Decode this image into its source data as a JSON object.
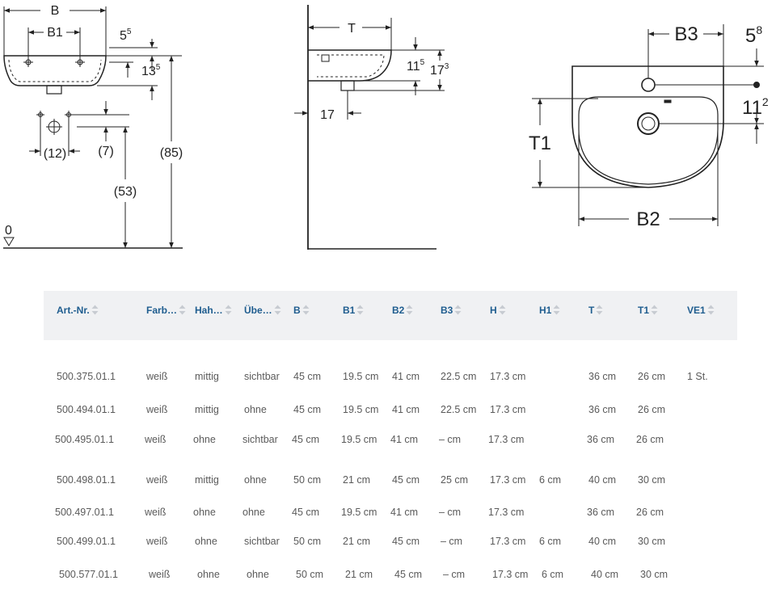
{
  "drawings": {
    "front": {
      "B": "B",
      "B1": "B1",
      "d55": "5",
      "d55_sup": "5",
      "d135": "13",
      "d135_sup": "5",
      "d12": "(12)",
      "d7": "(7)",
      "d53": "(53)",
      "d85": "(85)",
      "zero": "0"
    },
    "side": {
      "T": "T",
      "d115": "11",
      "d115_sup": "5",
      "d173": "17",
      "d173_sup": "3",
      "d17": "17"
    },
    "top": {
      "B3": "B3",
      "d58": "5",
      "d58_sup": "8",
      "T1": "T1",
      "d112": "11",
      "d112_sup": "2",
      "B2": "B2"
    }
  },
  "table": {
    "columns": [
      "Art.-Nr.",
      "Farb…",
      "Hah…",
      "Übe…",
      "B",
      "B1",
      "B2",
      "B3",
      "H",
      "H1",
      "T",
      "T1",
      "VE1"
    ],
    "rows": [
      [
        "500.375.01.1",
        "weiß",
        "mittig",
        "sichtbar",
        "45 cm",
        "19.5 cm",
        "41 cm",
        "22.5 cm",
        "17.3 cm",
        "",
        "36 cm",
        "26 cm",
        "1 St."
      ],
      [
        "500.494.01.1",
        "weiß",
        "mittig",
        "ohne",
        "45 cm",
        "19.5 cm",
        "41 cm",
        "22.5 cm",
        "17.3 cm",
        "",
        "36 cm",
        "26 cm",
        ""
      ],
      [
        "500.495.01.1",
        "weiß",
        "ohne",
        "sichtbar",
        "45 cm",
        "19.5 cm",
        "41 cm",
        "– cm",
        "17.3 cm",
        "",
        "36 cm",
        "26 cm",
        ""
      ],
      [
        "500.498.01.1",
        "weiß",
        "mittig",
        "ohne",
        "50 cm",
        "21 cm",
        "45 cm",
        "25 cm",
        "17.3 cm",
        "6 cm",
        "40 cm",
        "30 cm",
        ""
      ],
      [
        "500.497.01.1",
        "weiß",
        "ohne",
        "ohne",
        "45 cm",
        "19.5 cm",
        "41 cm",
        "– cm",
        "17.3 cm",
        "",
        "36 cm",
        "26 cm",
        ""
      ],
      [
        "500.499.01.1",
        "weiß",
        "ohne",
        "sichtbar",
        "50 cm",
        "21 cm",
        "45 cm",
        "– cm",
        "17.3 cm",
        "6 cm",
        "40 cm",
        "30 cm",
        ""
      ],
      [
        "500.577.01.1",
        "weiß",
        "ohne",
        "ohne",
        "50 cm",
        "21 cm",
        "45 cm",
        "– cm",
        "17.3 cm",
        "6 cm",
        "40 cm",
        "30 cm",
        ""
      ]
    ]
  },
  "colors": {
    "header_bg": "#f0f1f3",
    "header_text": "#1f5d8f",
    "cell_text": "#5a5a5a"
  }
}
